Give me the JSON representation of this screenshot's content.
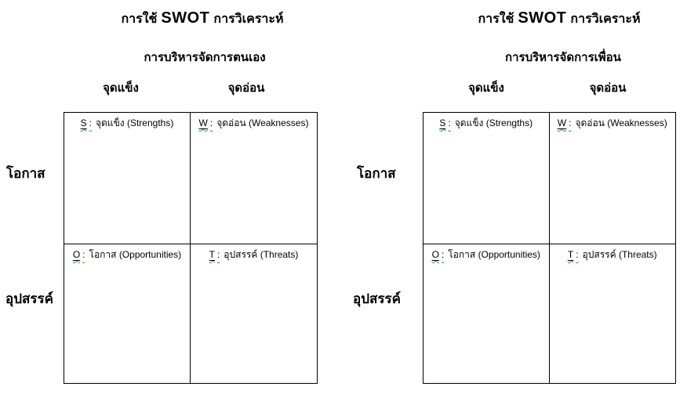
{
  "colors": {
    "background": "#ffffff",
    "text": "#000000",
    "table_border": "#000000",
    "squiggle": "#2fa14b"
  },
  "panels": [
    {
      "title_prefix": "การใช้",
      "title_acronym": "SWOT",
      "title_suffix": "การวิเคราะห์",
      "subtitle": "การบริหารจัดการตนเอง",
      "column_headers": {
        "strengths": "จุดแข็ง",
        "weaknesses": "จุดอ่อน"
      },
      "row_labels": {
        "opportunities": "โอกาส",
        "threats": "อุปสรรค์"
      },
      "cells": [
        {
          "letter": "S",
          "colon": ":",
          "label": "จุดแข็ง (Strengths)"
        },
        {
          "letter": "W",
          "colon": ":",
          "label": "จุดอ่อน (Weaknesses)"
        },
        {
          "letter": "O",
          "colon": ":",
          "label": "โอกาส (Opportunities)"
        },
        {
          "letter": "T",
          "colon": ":",
          "label": "อุปสรรค์ (Threats)"
        }
      ]
    },
    {
      "title_prefix": "การใช้",
      "title_acronym": "SWOT",
      "title_suffix": "การวิเคราะห์",
      "subtitle": "การบริหารจัดการเพื่อน",
      "column_headers": {
        "strengths": "จุดแข็ง",
        "weaknesses": "จุดอ่อน"
      },
      "row_labels": {
        "opportunities": "โอกาส",
        "threats": "อุปสรรค์"
      },
      "cells": [
        {
          "letter": "S",
          "colon": ":",
          "label": "จุดแข็ง (Strengths)"
        },
        {
          "letter": "W",
          "colon": ":",
          "label": "จุดอ่อน (Weaknesses)"
        },
        {
          "letter": "O",
          "colon": ":",
          "label": "โอกาส (Opportunities)"
        },
        {
          "letter": "T",
          "colon": ":",
          "label": "อุปสรรค์ (Threats)"
        }
      ]
    }
  ]
}
